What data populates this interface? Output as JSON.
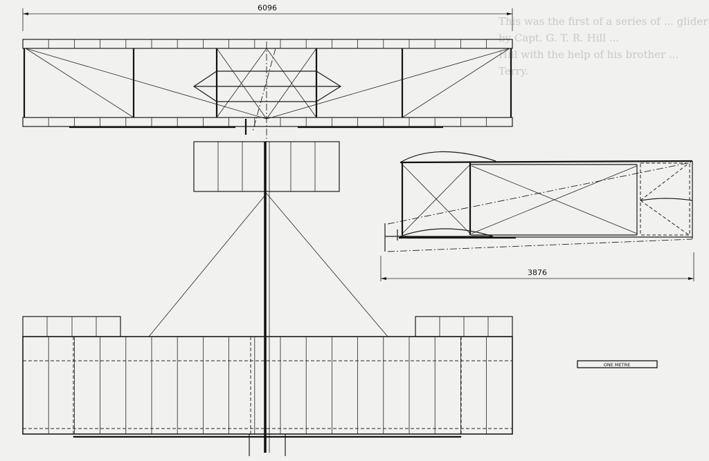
{
  "drawing": {
    "span_dimension": "6096",
    "length_dimension": "3876",
    "scale_bar_label": "ONE METRE"
  },
  "bleed_through_text": [
    "This was the first of a series of ... glider designed",
    "by Capt. G. T. R. Hill ...",
    "Hill with the help of his brother ...",
    "Terry."
  ],
  "colors": {
    "paper": "#f1f1ef",
    "ink": "#1a1a1a"
  }
}
